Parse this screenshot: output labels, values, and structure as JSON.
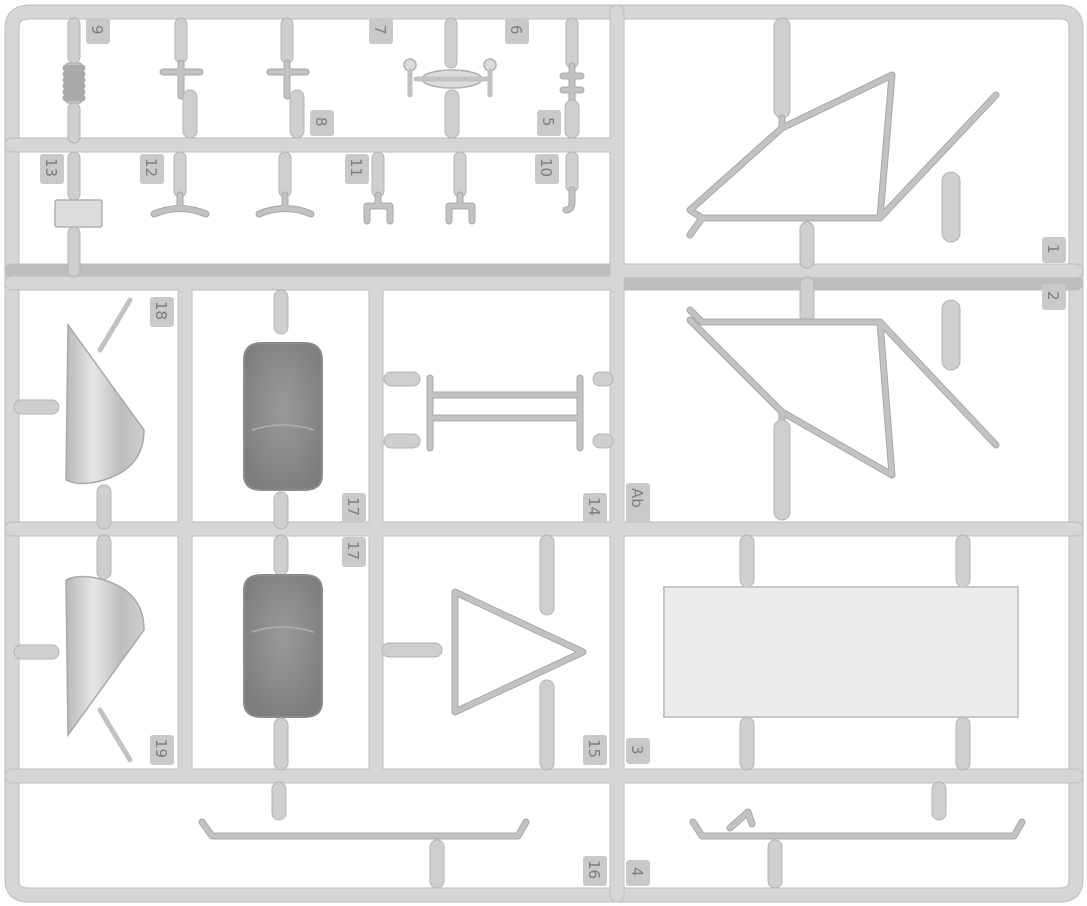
{
  "sprue": {
    "letter": "Ab",
    "part_numbers": [
      "1",
      "2",
      "3",
      "4",
      "5",
      "6",
      "7",
      "8",
      "9",
      "10",
      "11",
      "12",
      "13",
      "14",
      "15",
      "16",
      "17",
      "17",
      "18",
      "19"
    ]
  },
  "colors": {
    "plastic": "#d6d6d6",
    "plastic_shadow": "#a9a9a9",
    "background": "#ffffff",
    "tag_text": "#7e7e7e"
  }
}
